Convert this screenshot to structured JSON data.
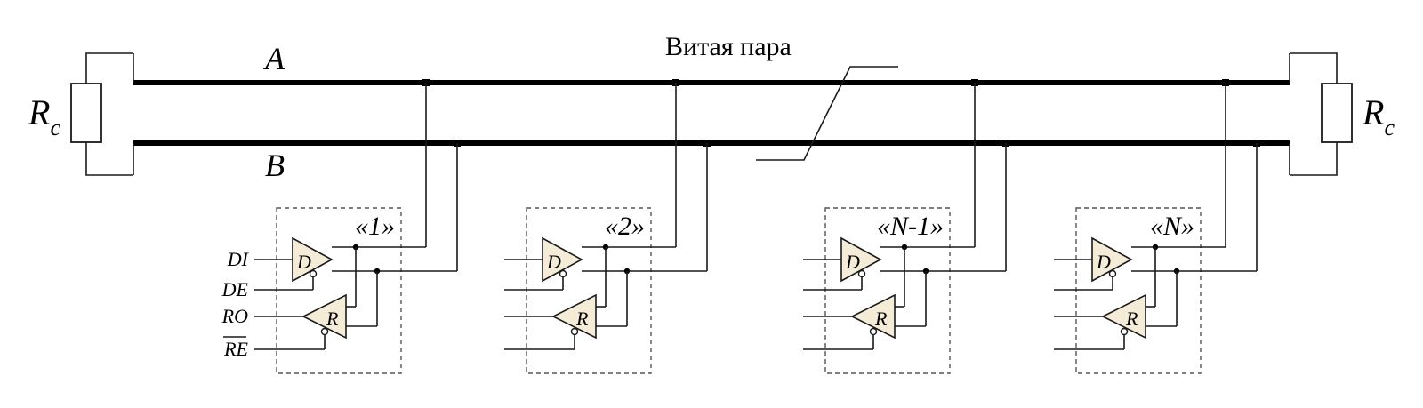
{
  "lines": {
    "a_label": "A",
    "b_label": "B"
  },
  "twisted_pair_label": "Витая пара",
  "resistor": {
    "main": "R",
    "sub": "c"
  },
  "nodes": [
    {
      "label": "«1»",
      "show_signals": true
    },
    {
      "label": "«2»",
      "show_signals": false
    },
    {
      "label": "«N-1»",
      "show_signals": false
    },
    {
      "label": "«N»",
      "show_signals": false
    }
  ],
  "gates": {
    "driver": "D",
    "receiver": "R"
  },
  "signals": {
    "di": "DI",
    "de": "DE",
    "ro": "RO",
    "re": "RE"
  },
  "colors": {
    "gate_fill": "#f5ecd7",
    "bus": "#000000",
    "frame": "#555555"
  }
}
